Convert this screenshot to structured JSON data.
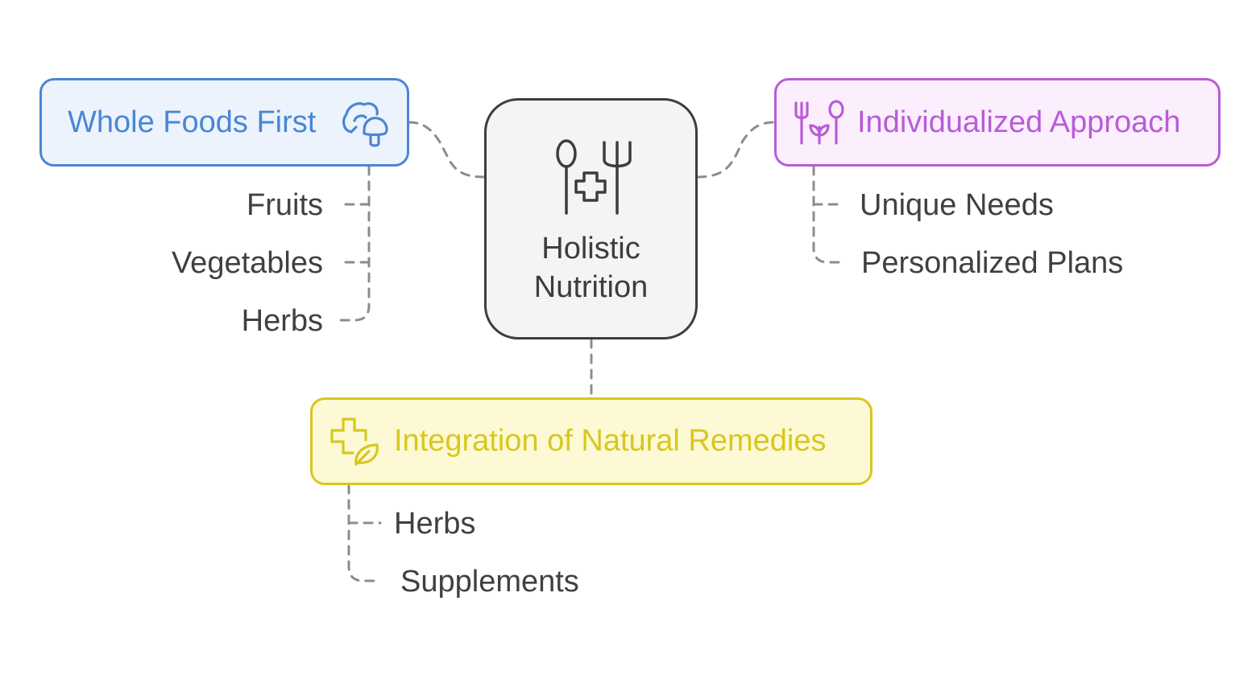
{
  "colors": {
    "blue": "#4a86d4",
    "blue_fill": "#ecf3fd",
    "purple": "#b95cd6",
    "purple_fill": "#fbeffd",
    "yellow": "#d8c71e",
    "yellow_fill": "#fdf9d4",
    "center_stroke": "#3d3d3d",
    "center_fill": "#f4f4f4",
    "connector": "#8c8c8c",
    "leaf_text": "#404040"
  },
  "center": {
    "title_line1": "Holistic",
    "title_line2": "Nutrition",
    "icon": "fork-spoon-medical-cross-icon"
  },
  "branches": {
    "whole_foods": {
      "label": "Whole Foods First",
      "icon": "mushroom-icon",
      "items": [
        "Fruits",
        "Vegetables",
        "Herbs"
      ]
    },
    "individualized": {
      "label": "Individualized Approach",
      "icon": "utensils-leaf-icon",
      "items": [
        "Unique Needs",
        "Personalized Plans"
      ]
    },
    "remedies": {
      "label": "Integration of Natural Remedies",
      "icon": "medical-cross-leaf-icon",
      "items": [
        "Herbs",
        "Supplements"
      ]
    }
  }
}
